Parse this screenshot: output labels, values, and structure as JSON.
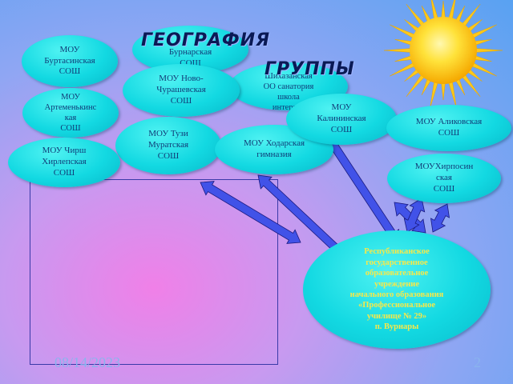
{
  "title": {
    "line1": "ГЕОГРАФИЯ",
    "line2": "ГРУППЫ"
  },
  "schools": {
    "burnarskaya": "Бурнарская\nСОШ",
    "shikhazan": "Шихазанская\nОО санатория\nшкола\nинтернат",
    "burtasinskaya": "МОУ\nБуртасинская\nСОШ",
    "novo_churashevskaya": "МОУ Ново-\nЧурашевская\nСОШ",
    "artemenkinskaya": "МОУ\nАртеменькинс\nкая\nСОШ",
    "tuzi_muratskaya": "МОУ Тузи\nМуратская\nСОШ",
    "chirsh_khirlepskaya": "МОУ Чирш\nХирлепская\nСОШ",
    "khodarskaya": "МОУ Ходарская\nгимназия",
    "kalininskaya": "МОУ\nКалининская\nСОШ",
    "alikovskaya": "МОУ Аликовская\nСОШ",
    "khirposinskaya": "МОУХирпосин\nская\nСОШ"
  },
  "college": "Республиканское\nгосударственное\nобразовательное\nучреждение\nначального образования\n«Профессиональное\nучилище № 29»\nп. Вурнары",
  "footer": {
    "date": "08/14/2023",
    "page": "2"
  },
  "colors": {
    "node": "#13d9e2",
    "node_text": "#103c78",
    "college_text": "#f6e84a",
    "sun": "#ffd21a"
  }
}
